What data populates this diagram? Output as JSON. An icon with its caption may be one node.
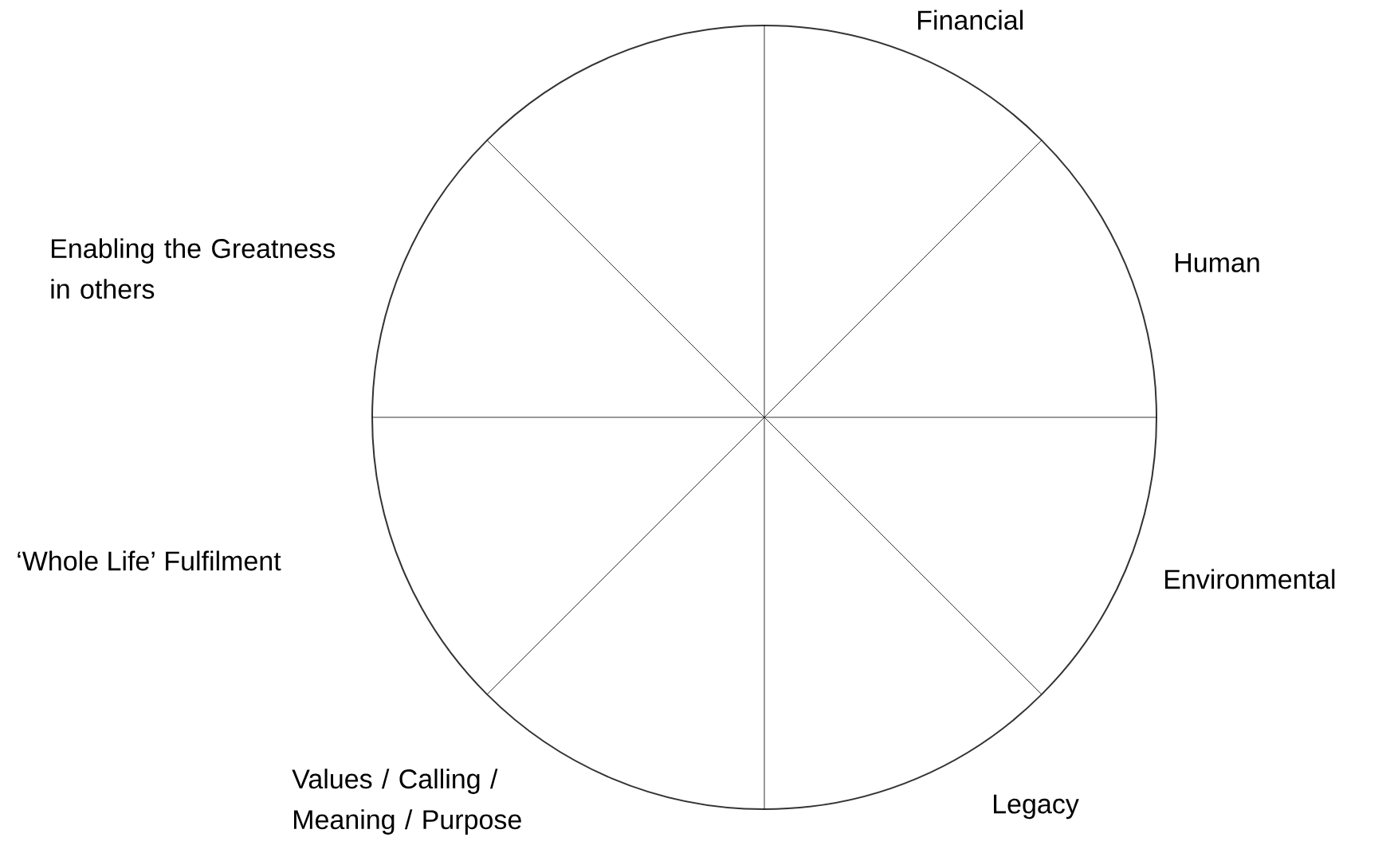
{
  "diagram": {
    "labels": [
      "Financial",
      "Human",
      "Environmental",
      "Legacy",
      "Values / Calling / Meaning / Purpose",
      "‘Whole Life’ Fulfilment",
      "Enabling the Greatness in others"
    ]
  }
}
